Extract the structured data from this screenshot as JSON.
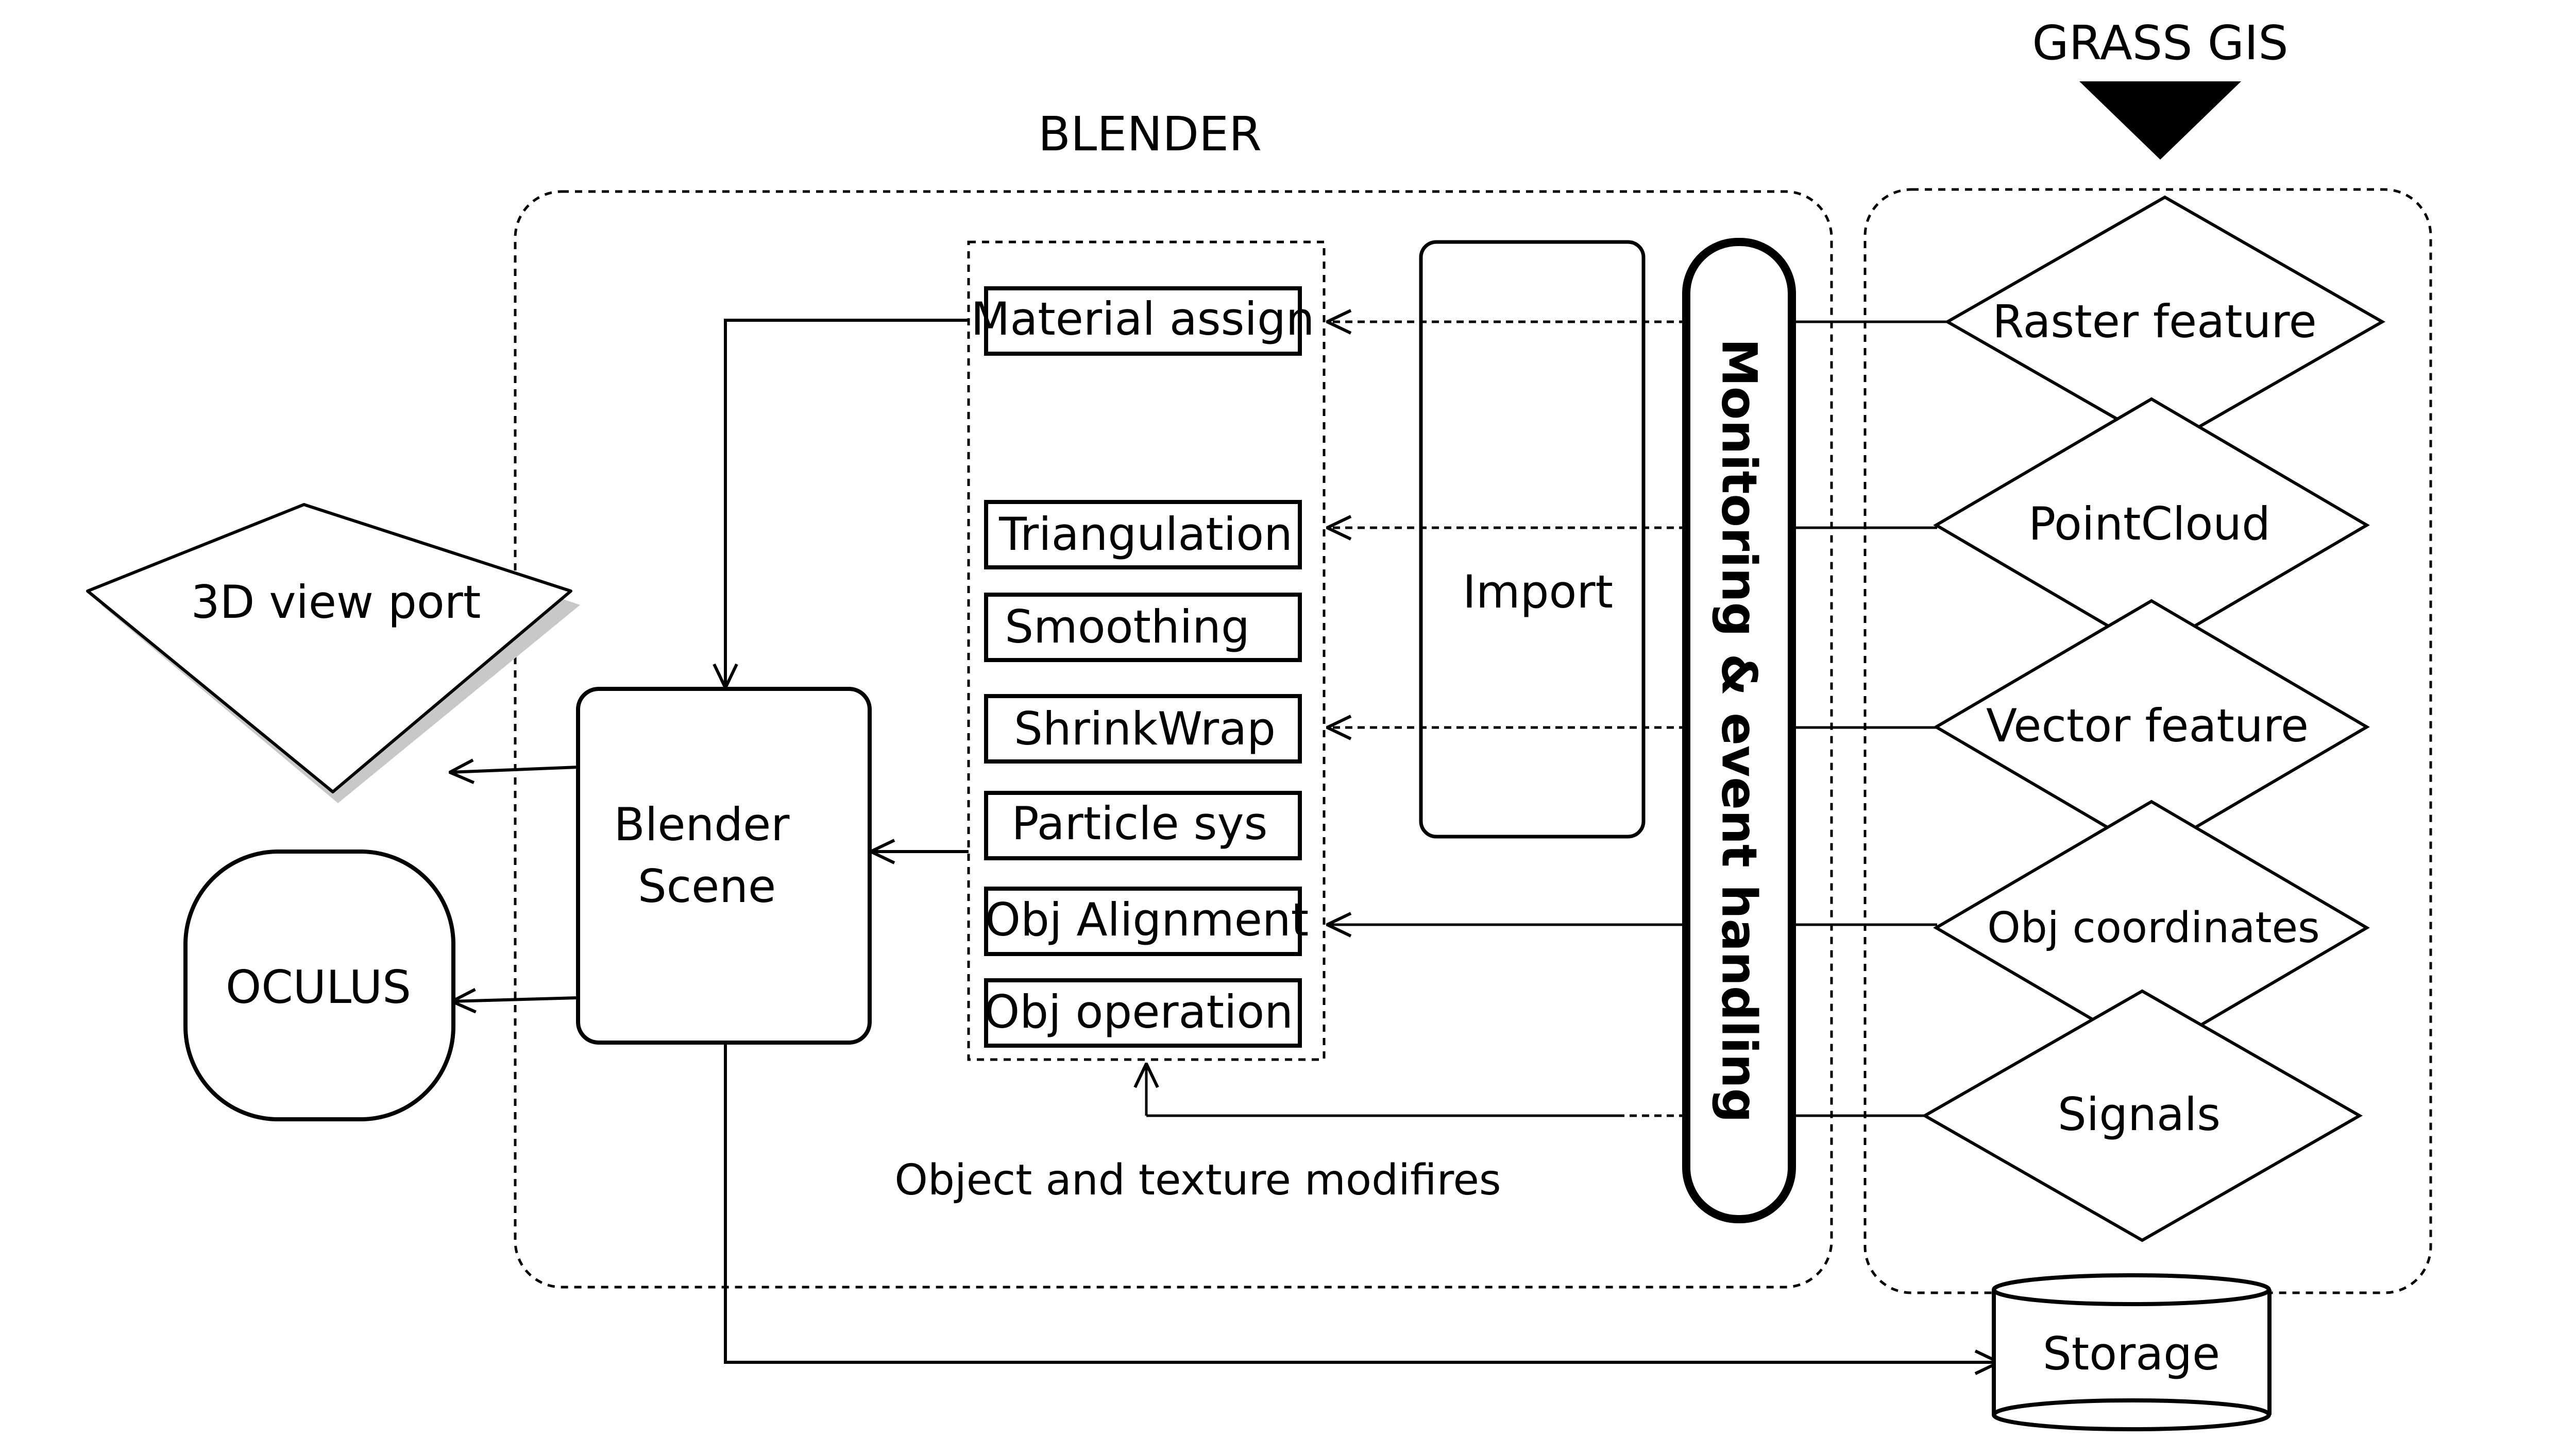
{
  "title_grass": "GRASS GIS",
  "title_blender": "BLENDER",
  "modifiers": {
    "caption": "Object and texture modifires",
    "items": [
      "Material assign",
      "Triangulation",
      "Smoothing",
      "ShrinkWrap",
      "Particle sys",
      "Obj Alignment",
      "Obj operation"
    ]
  },
  "import_label": "Import",
  "monitoring_label": "Monitoring  & event handling",
  "grass_items": [
    "Raster feature",
    "PointCloud",
    "Vector feature",
    "Obj coordinates",
    "Signals"
  ],
  "scene": {
    "line1": "Blender",
    "line2": "Scene"
  },
  "viewport_label": "3D view port",
  "oculus_label": "OCULUS",
  "storage_label": "Storage"
}
